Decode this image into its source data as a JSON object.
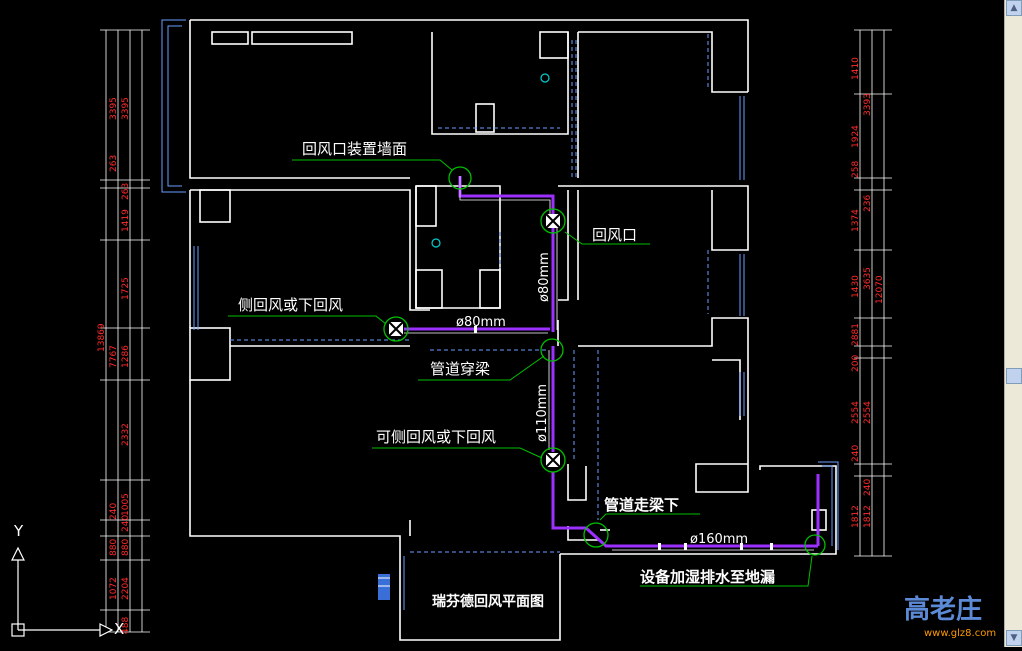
{
  "colors": {
    "background": "#000000",
    "wall": "#ffffff",
    "duct": "#9b30ff",
    "leader": "#00c000",
    "dimension": "#ff2b2b",
    "window": "#6aa0ff",
    "text": "#ffffff"
  },
  "labels": {
    "return_wall": "回风口装置墙面",
    "return_vent": "回风口",
    "side_or_bottom": "侧回风或下回风",
    "pipe_through_beam": "管道穿梁",
    "optional_side_or_bottom": "可侧回风或下回风",
    "pipe_under_beam": "管道走梁下",
    "drain": "设备加湿排水至地漏",
    "plan_title": "瑞芬德回风平面图"
  },
  "pipes": {
    "d80_horizontal": "ø80mm",
    "d80_vertical": "ø80mm",
    "d110": "ø110mm",
    "d160": "ø160mm"
  },
  "dims": {
    "left_outer": [
      "3395",
      "263",
      "1419",
      "1725",
      "1286",
      "2332",
      "1005",
      "240",
      "2204",
      "488"
    ],
    "left_mid": [
      "3395",
      "263",
      "7767",
      "240",
      "1072"
    ],
    "left_total": "13869",
    "left_small": [
      "880",
      "880"
    ],
    "right_outer": [
      "1410",
      "1924",
      "258",
      "1374",
      "1430",
      "2881",
      "200",
      "2554",
      "240",
      "1812"
    ],
    "right_mid": [
      "3393",
      "236",
      "3635",
      "2554",
      "240",
      "1812"
    ],
    "right_total": "12070"
  },
  "ucs": {
    "y_label": "Y",
    "x_label": "X"
  },
  "watermark": {
    "logo": "高老庄",
    "url": "www.glz8.com"
  }
}
